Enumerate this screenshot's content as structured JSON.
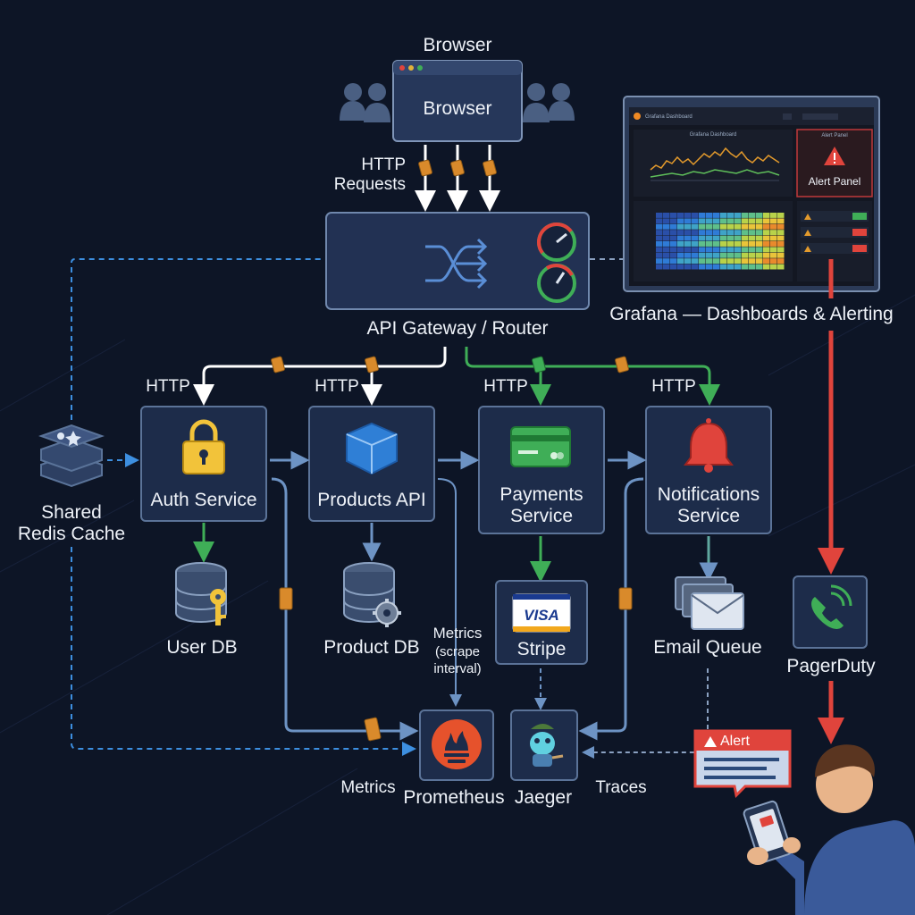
{
  "browser": {
    "caption": "Browser",
    "box_label": "Browser"
  },
  "http_requests_label": "HTTP Requests",
  "http_requests_lines": [
    "HTTP",
    "Requests"
  ],
  "gateway": {
    "caption": "API Gateway / Router"
  },
  "grafana": {
    "title": "Grafana Dashboard",
    "panel_title": "Grafana Dashboard",
    "alert_panel_header": "Alert Panel",
    "alert_panel_label": "Alert Panel",
    "caption": "Grafana — Dashboards & Alerting"
  },
  "edge_http": [
    "HTTP",
    "HTTP",
    "HTTP",
    "HTTP"
  ],
  "services": [
    {
      "name": "Auth Service"
    },
    {
      "name": "Products API"
    },
    {
      "name": "Payments Service",
      "lines": [
        "Payments",
        "Service"
      ]
    },
    {
      "name": "Notifications Service",
      "lines": [
        "Notifications",
        "Service"
      ]
    }
  ],
  "cache": {
    "lines": [
      "Shared",
      "Redis Cache"
    ]
  },
  "stores": {
    "user_db": "User DB",
    "product_db": "Product DB",
    "stripe": "Stripe",
    "stripe_card_brand": "VISA",
    "email_queue": "Email Queue"
  },
  "metrics_scrape": {
    "lines": [
      "Metrics",
      "(scrape",
      "interval)"
    ]
  },
  "monitoring": {
    "prometheus": "Prometheus",
    "jaeger": "Jaeger",
    "metrics_label": "Metrics",
    "traces_label": "Traces"
  },
  "alert_card": {
    "label": "Alert"
  },
  "pagerduty": {
    "label": "PagerDuty"
  },
  "colors": {
    "background": "#0d1526",
    "box": "#1d2c4a",
    "arrow_white": "#ffffff",
    "arrow_green": "#3fae57",
    "arrow_red": "#e0443c",
    "arrow_blue": "#6d93c4",
    "dashed_blue": "#3d8fe0"
  }
}
